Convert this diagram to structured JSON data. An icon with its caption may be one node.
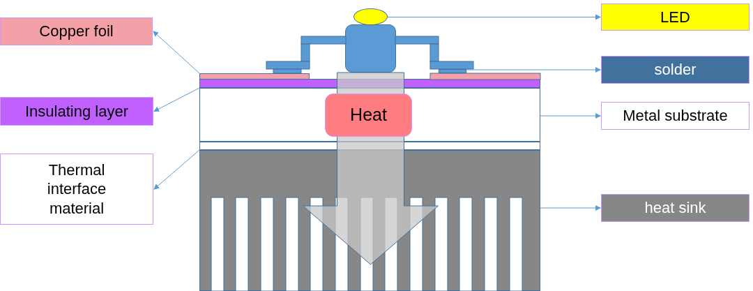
{
  "diagram": {
    "nodes": [
      {
        "text": [
          "Copper foil"
        ]
      },
      {
        "text": [
          "LED"
        ]
      },
      {
        "text": [
          "Insulating layer"
        ]
      },
      {
        "text": [
          "solder"
        ]
      },
      {
        "text": [
          "Metal substrate"
        ]
      },
      {
        "text": [
          "Thermal interface material"
        ]
      },
      {
        "text": [
          "heat sink"
        ]
      },
      {
        "text": [
          "Heat"
        ],
        "in": 12
      },
      {
        "text": [],
        "shape": "circle"
      },
      {
        "text": [],
        "shape": "bar"
      },
      {
        "text": [],
        "shape": "bar"
      },
      {
        "text": [],
        "shape": "bar"
      },
      {
        "text": [],
        "shape": "box"
      },
      {
        "text": [],
        "shape": "bar"
      },
      {
        "text": [],
        "shape": "box"
      },
      {
        "text": [],
        "shape": "box"
      }
    ],
    "edges": [
      {
        "from": 10,
        "to": 0,
        "arrow": "to"
      },
      {
        "from": 8,
        "to": 1,
        "arrow": "to"
      },
      {
        "from": 11,
        "to": 2,
        "arrow": "to"
      },
      {
        "from": 9,
        "to": 3,
        "arrow": "to"
      },
      {
        "from": 12,
        "to": 4,
        "arrow": "to"
      },
      {
        "from": 13,
        "to": 5,
        "arrow": "to"
      },
      {
        "from": 14,
        "to": 6,
        "arrow": "to"
      },
      {
        "from": 15,
        "to": 14,
        "arrow": "to"
      }
    ]
  }
}
